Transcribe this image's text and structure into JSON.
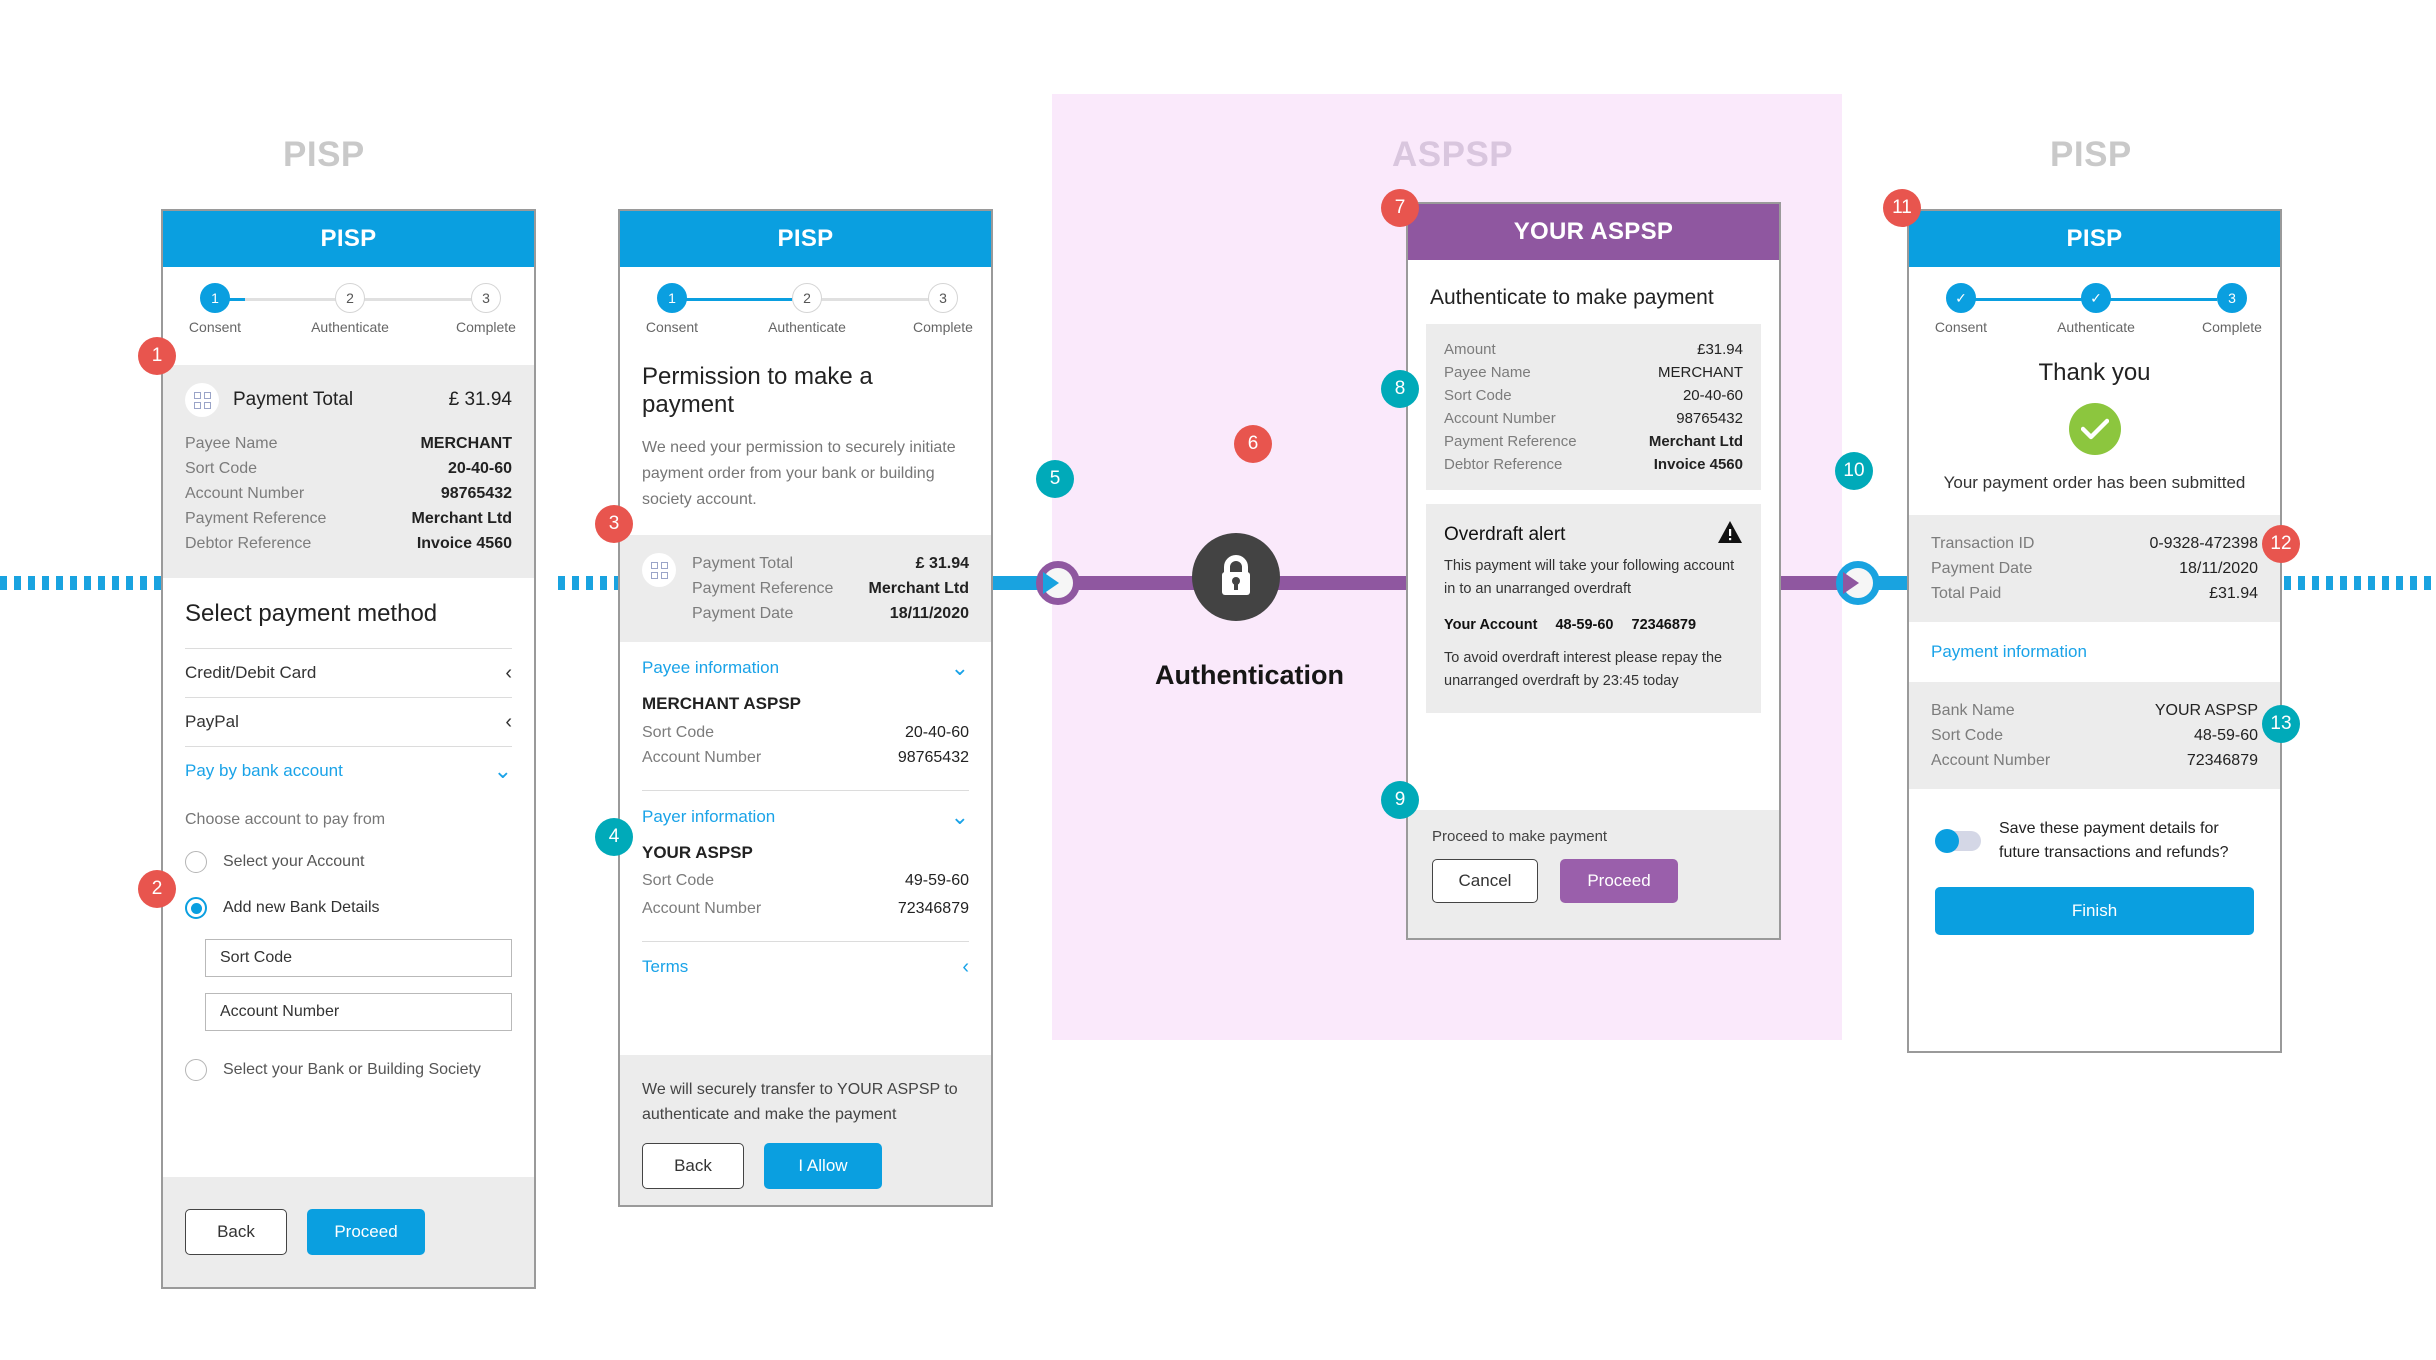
{
  "zones": [
    {
      "label": "PISP"
    },
    {
      "label": "ASPSP"
    },
    {
      "label": "PISP"
    }
  ],
  "colors": {
    "pisp_blue": "#0a9fe0",
    "aspsp_purple": "#8f57a0",
    "aspsp_band": "#fae9fb",
    "badge_red": "#e8554e",
    "badge_teal": "#00aab9",
    "success_green": "#8cc63e",
    "panel_grey": "#ececec"
  },
  "stepper": {
    "labels": [
      "Consent",
      "Authenticate",
      "Complete"
    ],
    "numbers": [
      "1",
      "2",
      "3"
    ],
    "check": "✓"
  },
  "screen1": {
    "header": "PISP",
    "summary": {
      "icon_label": "Payment Total",
      "icon_value": "£ 31.94",
      "rows": [
        {
          "k": "Payee Name",
          "v": "MERCHANT"
        },
        {
          "k": "Sort Code",
          "v": "20-40-60"
        },
        {
          "k": "Account Number",
          "v": "98765432"
        },
        {
          "k": "Payment Reference",
          "v": "Merchant Ltd"
        },
        {
          "k": "Debtor Reference",
          "v": "Invoice 4560"
        }
      ]
    },
    "section_title": "Select payment method",
    "methods": [
      {
        "label": "Credit/Debit Card",
        "chevron": "‹",
        "active": false
      },
      {
        "label": "PayPal",
        "chevron": "‹",
        "active": false
      },
      {
        "label": "Pay by bank account",
        "chevron": "⌄",
        "active": true
      }
    ],
    "choose_hint": "Choose account to pay from",
    "radio1": "Select your Account",
    "radio2": "Add new Bank Details",
    "field_sort_code": "Sort Code",
    "field_account_number": "Account Number",
    "radio3": "Select your Bank or Building Society",
    "back_label": "Back",
    "proceed_label": "Proceed"
  },
  "screen2": {
    "header": "PISP",
    "title": "Permission to make a payment",
    "body": "We need your permission to securely initiate payment order from your bank or building society account.",
    "summary_rows": [
      {
        "k": "Payment Total",
        "v": "£ 31.94"
      },
      {
        "k": "Payment Reference",
        "v": "Merchant Ltd"
      },
      {
        "k": "Payment Date",
        "v": "18/11/2020"
      }
    ],
    "payee_heading": "Payee information",
    "payee_name": "MERCHANT ASPSP",
    "payee_rows": [
      {
        "k": "Sort Code",
        "v": "20-40-60"
      },
      {
        "k": "Account Number",
        "v": "98765432"
      }
    ],
    "payer_heading": "Payer information",
    "payer_name": "YOUR ASPSP",
    "payer_rows": [
      {
        "k": "Sort Code",
        "v": "49-59-60"
      },
      {
        "k": "Account Number",
        "v": "72346879"
      }
    ],
    "terms_label": "Terms",
    "terms_chevron": "‹",
    "footer_text": "We will securely transfer to YOUR ASPSP to authenticate and make the payment",
    "back_label": "Back",
    "allow_label": "I Allow"
  },
  "middle": {
    "auth_caption": "Authentication",
    "lock_icon": "lock-icon"
  },
  "screen3": {
    "header": "YOUR ASPSP",
    "title": "Authenticate to make payment",
    "rows": [
      {
        "k": "Amount",
        "v": "£31.94"
      },
      {
        "k": "Payee Name",
        "v": "MERCHANT"
      },
      {
        "k": "Sort Code",
        "v": "20-40-60"
      },
      {
        "k": "Account Number",
        "v": "98765432"
      },
      {
        "k": "Payment Reference",
        "v": "Merchant Ltd"
      },
      {
        "k": "Debtor Reference",
        "v": "Invoice 4560"
      }
    ],
    "alert_title": "Overdraft alert",
    "alert_body": "This payment will take your following account in to an unarranged overdraft",
    "alert_account_label": "Your Account",
    "alert_sort_code": "48-59-60",
    "alert_account_number": "72346879",
    "alert_footer": "To avoid overdraft interest please repay the unarranged overdraft by 23:45 today",
    "footer_text": "Proceed to make payment",
    "cancel_label": "Cancel",
    "proceed_label": "Proceed"
  },
  "screen4": {
    "header": "PISP",
    "thanks": "Thank you",
    "submitted": "Your payment order has been submitted",
    "txn_rows": [
      {
        "k": "Transaction ID",
        "v": "0-9328-472398"
      },
      {
        "k": "Payment Date",
        "v": "18/11/2020"
      },
      {
        "k": "Total Paid",
        "v": "£31.94"
      }
    ],
    "payment_info_heading": "Payment information",
    "bank_rows": [
      {
        "k": "Bank Name",
        "v": "YOUR ASPSP"
      },
      {
        "k": "Sort Code",
        "v": "48-59-60"
      },
      {
        "k": "Account Number",
        "v": "72346879"
      }
    ],
    "save_toggle_text": "Save these payment details for future transactions and refunds?",
    "finish_label": "Finish"
  },
  "badges": [
    {
      "n": "1",
      "color": "red"
    },
    {
      "n": "2",
      "color": "red"
    },
    {
      "n": "3",
      "color": "red"
    },
    {
      "n": "4",
      "color": "teal"
    },
    {
      "n": "5",
      "color": "teal"
    },
    {
      "n": "6",
      "color": "red"
    },
    {
      "n": "7",
      "color": "red"
    },
    {
      "n": "8",
      "color": "teal"
    },
    {
      "n": "9",
      "color": "teal"
    },
    {
      "n": "10",
      "color": "teal"
    },
    {
      "n": "11",
      "color": "red"
    },
    {
      "n": "12",
      "color": "red"
    },
    {
      "n": "13",
      "color": "teal"
    }
  ]
}
